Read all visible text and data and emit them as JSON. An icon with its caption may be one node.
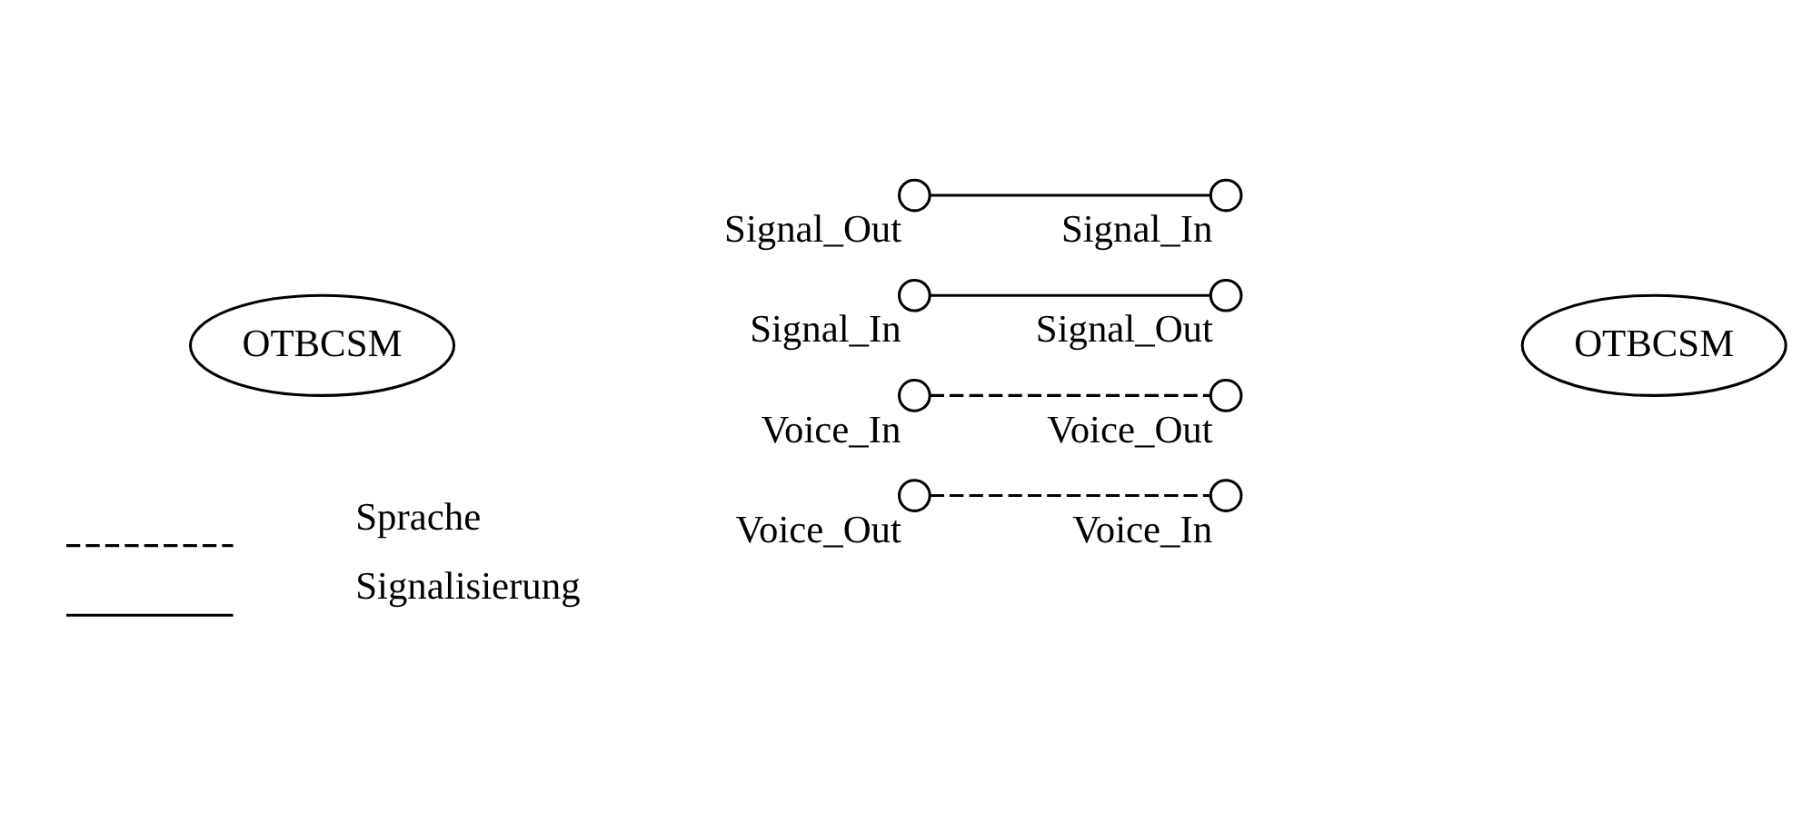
{
  "diagram": {
    "nodes": [
      {
        "text": [
          "OTBCSM"
        ]
      },
      {
        "text": [],
        "shape": "circle",
        "beside": [
          "Signal_Out"
        ]
      },
      {
        "text": [],
        "shape": "circle",
        "beside": [
          "Signal_In"
        ]
      },
      {
        "text": [],
        "shape": "circle",
        "beside": [
          "Voice_In"
        ]
      },
      {
        "text": [],
        "shape": "circle",
        "beside": [
          "Voice_Out"
        ]
      },
      {
        "text": [
          "OTBCSM"
        ]
      },
      {
        "text": [],
        "shape": "circle",
        "beside": [
          "Signal_Out"
        ]
      },
      {
        "text": [],
        "shape": "circle",
        "beside": [
          "Signal_In"
        ]
      },
      {
        "text": [],
        "shape": "circle",
        "beside": [
          "Voice_In"
        ]
      },
      {
        "text": [],
        "shape": "circle",
        "beside": [
          "Voice_Out"
        ]
      }
    ],
    "edges": [
      {
        "from": 1,
        "to": 7,
        "arrow": "none"
      },
      {
        "from": 2,
        "to": 6,
        "arrow": "none"
      },
      {
        "from": 4,
        "to": 8,
        "arrow": "none",
        "style": "dashed"
      },
      {
        "from": 3,
        "to": 9,
        "arrow": "none",
        "style": "dashed"
      }
    ],
    "legend": [
      {
        "text": "Sprache"
      },
      {
        "text": "Signalisierung"
      }
    ]
  }
}
